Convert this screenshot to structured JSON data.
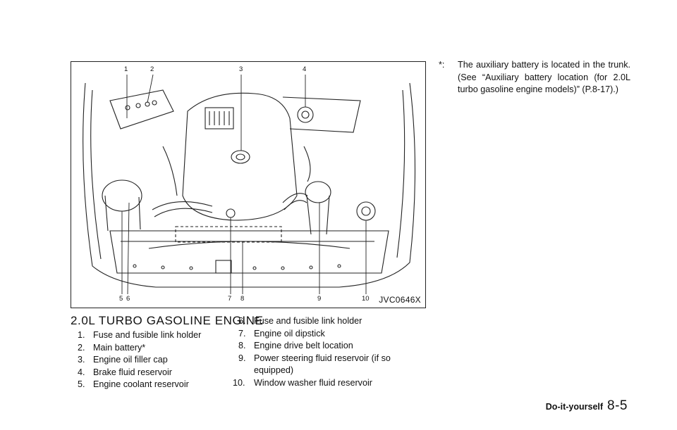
{
  "figure": {
    "code": "JVC0646X",
    "callouts": [
      "1",
      "2",
      "3",
      "4",
      "5",
      "6",
      "7",
      "8",
      "9",
      "10"
    ]
  },
  "section": {
    "title": "2.0L TURBO GASOLINE ENGINE",
    "items_left": [
      {
        "n": "1.",
        "text": "Fuse and fusible link holder"
      },
      {
        "n": "2.",
        "text": "Main battery*"
      },
      {
        "n": "3.",
        "text": "Engine oil filler cap"
      },
      {
        "n": "4.",
        "text": "Brake fluid reservoir"
      },
      {
        "n": "5.",
        "text": "Engine coolant reservoir"
      }
    ],
    "items_right": [
      {
        "n": "6.",
        "text": "Fuse and fusible link holder"
      },
      {
        "n": "7.",
        "text": "Engine oil dipstick"
      },
      {
        "n": "8.",
        "text": "Engine drive belt location"
      },
      {
        "n": "9.",
        "text": "Power steering fluid reservoir (if so equipped)"
      },
      {
        "n": "10.",
        "text": "Window washer fluid reservoir"
      }
    ]
  },
  "note": {
    "marker": "*:",
    "text": "The auxiliary battery is located in the trunk. (See “Auxiliary battery location (for 2.0L turbo gasoline engine models)” (P.8-17).)"
  },
  "footer": {
    "section": "Do-it-yourself",
    "page": "8-5"
  }
}
